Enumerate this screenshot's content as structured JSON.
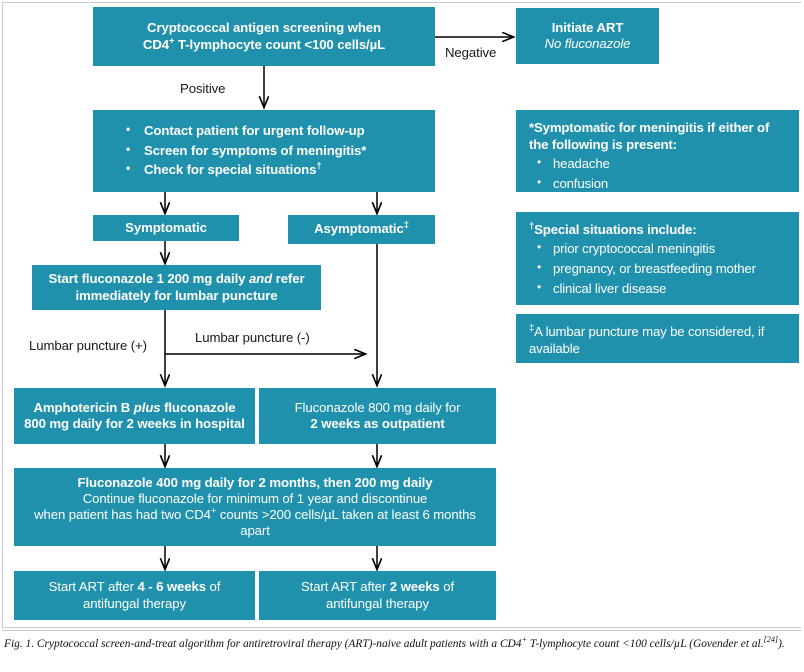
{
  "colors": {
    "box_fill": "#2091AD",
    "box_text": "#FFFFFF",
    "connector": "#000000",
    "frame": "#C9C9C9",
    "page_bg": "#FFFFFF"
  },
  "flowchart": {
    "screening_box": {
      "line1": "Cryptococcal antigen screening when",
      "line2_a": "CD4",
      "line2_sup": "+",
      "line2_b": " T-lymphocyte count <100 cells/µL"
    },
    "initiate_art_box": {
      "line1": "Initiate ART",
      "line2": "No fluconazole"
    },
    "actions_box": {
      "items": [
        "Contact patient for urgent follow-up",
        "Screen for symptoms of meningitis*",
        "Check for special situations†"
      ],
      "item1": "Contact patient for urgent follow-up",
      "item2_text": "Screen for symptoms of meningitis",
      "item2_mark": "*",
      "item3_text": "Check for special situations",
      "item3_mark": "†"
    },
    "symptomatic_box": {
      "label": "Symptomatic"
    },
    "asymptomatic_box": {
      "label": "Asymptomatic",
      "mark": "‡"
    },
    "start_fluconazole_box": {
      "line1_a": "Start fluconazole 1 200 mg daily ",
      "line1_italic": "and",
      "line1_b": " refer",
      "line2": "immediately for lumbar puncture"
    },
    "amphotericin_box": {
      "line1_a": "Amphotericin B ",
      "line1_italic": "plus",
      "line1_b": " fluconazole",
      "line2": "800 mg daily for 2 weeks in hospital"
    },
    "fluconazole800_box": {
      "line1": "Fluconazole 800 mg daily for",
      "line2": "2 weeks as outpatient"
    },
    "maintenance_box": {
      "line1": "Fluconazole 400 mg daily for 2 months, then 200 mg daily",
      "line2": "Continue fluconazole for minimum of 1 year and discontinue",
      "line3_a": "when patient has had two CD4",
      "line3_sup": "+",
      "line3_b": " counts >200 cells/µL taken at least 6 months",
      "line4": "apart"
    },
    "art_4_6_weeks_box": {
      "line1_a": "Start ART after ",
      "line1_bold": "4 - 6 weeks",
      "line1_b": " of",
      "line2": "antifungal therapy"
    },
    "art_2_weeks_box": {
      "line1_a": "Start ART after ",
      "line1_bold": "2 weeks",
      "line1_b": " of",
      "line2": "antifungal therapy"
    },
    "edge_labels": {
      "negative": "Negative",
      "positive": "Positive",
      "lp_positive": "Lumbar puncture (+)",
      "lp_negative": "Lumbar puncture (-)"
    }
  },
  "notes": {
    "note_symptomatic": {
      "marker": "*",
      "header": "Symptomatic for meningitis if either of the following is present:",
      "items": [
        "headache",
        "confusion"
      ]
    },
    "note_special": {
      "marker": "†",
      "header": "Special situations include:",
      "items": [
        "prior cryptococcal meningitis",
        "pregnancy, or breastfeeding mother",
        "clinical liver disease"
      ]
    },
    "note_lumbar": {
      "marker": "‡",
      "text": "A lumbar puncture may be considered, if available"
    }
  },
  "caption": {
    "prefix": "Fig. 1.",
    "body": " Cryptococcal screen-and-treat algorithm for antiretroviral therapy (ART)-naive adult patients with a CD4",
    "sup": "+",
    "body2": " T-lymphocyte count <100 cells/µL (Govender et al.",
    "citation": "[24]",
    "body3": ")."
  }
}
